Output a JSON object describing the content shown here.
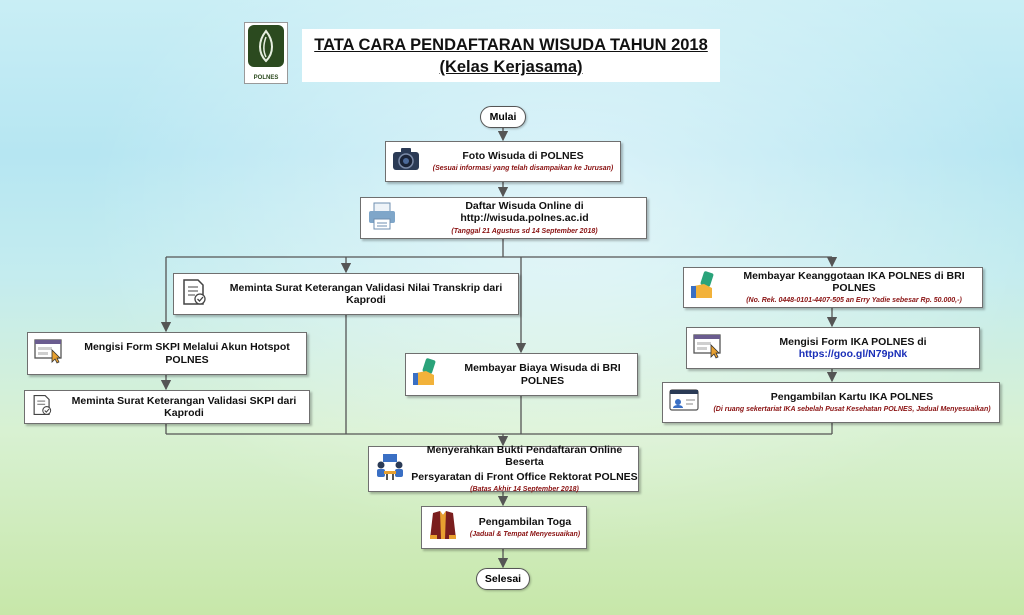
{
  "logo": {
    "text": "POLNES"
  },
  "title": {
    "line1": "TATA CARA PENDAFTARAN WISUDA TAHUN 2018",
    "line2": "(Kelas Kerjasama)"
  },
  "start": "Mulai",
  "end": "Selesai",
  "steps": {
    "foto": {
      "main": "Foto Wisuda di POLNES",
      "sub": "(Sesuai informasi yang telah disampaikan ke Jurusan)",
      "icon": "camera-icon"
    },
    "daftar": {
      "main": "Daftar Wisuda Online di http://wisuda.polnes.ac.id",
      "sub": "(Tanggal 21 Agustus sd 14 September 2018)",
      "icon": "printer-icon"
    },
    "transkrip": {
      "main": "Meminta Surat Keterangan Validasi Nilai Transkrip dari Kaprodi",
      "icon": "document-check-icon"
    },
    "skpi_form": {
      "main": "Mengisi Form SKPI Melalui Akun Hotspot POLNES",
      "icon": "browser-form-icon"
    },
    "skpi_surat": {
      "main": "Meminta Surat Keterangan Validasi SKPI dari Kaprodi",
      "icon": "document-check-icon"
    },
    "biaya": {
      "main": "Membayar Biaya Wisuda di BRI POLNES",
      "icon": "payment-hand-icon"
    },
    "ika_bayar": {
      "main": "Membayar Keanggotaan IKA POLNES di BRI POLNES",
      "sub": "(No. Rek. 0448-0101-4407-505 an Erry Yadie sebesar Rp. 50.000,-)",
      "icon": "payment-hand-icon"
    },
    "ika_form": {
      "main": "Mengisi Form IKA POLNES di ",
      "link": "https://goo.gl/N79pNk",
      "icon": "browser-form-icon"
    },
    "ika_kartu": {
      "main": "Pengambilan Kartu IKA POLNES",
      "sub": "(Di ruang sekertariat IKA sebelah Pusat Kesehatan POLNES, Jadual Menyesuaikan)",
      "icon": "id-card-icon"
    },
    "serah": {
      "main1": "Menyerahkan Bukti Pendaftaran Online Beserta",
      "main2": "Persyaratan di Front Office Rektorat POLNES",
      "sub": "(Batas Akhir 14 September 2018)",
      "icon": "meeting-icon"
    },
    "toga": {
      "main": "Pengambilan Toga",
      "sub": "(Jadual & Tempat Menyesuaikan)",
      "icon": "graduation-gown-icon"
    }
  }
}
